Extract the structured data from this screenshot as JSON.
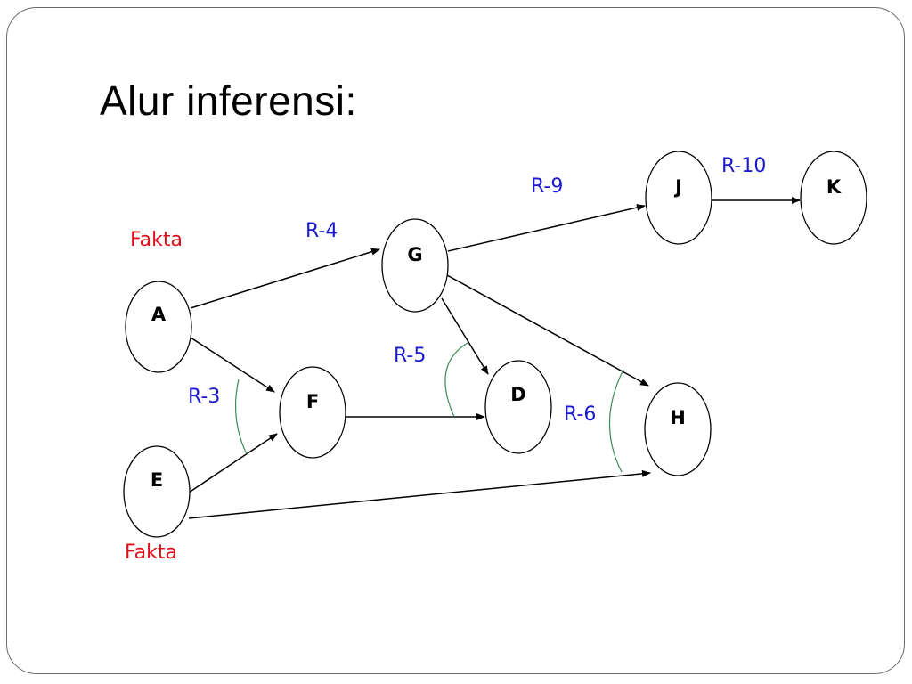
{
  "slide": {
    "title": "Alur inferensi:"
  },
  "colors": {
    "rule_label": "#1a1ad0",
    "fact_label": "#e0101a",
    "edge": "#000000",
    "rule_arc": "#3a8a5a"
  },
  "nodes": {
    "A": "A",
    "E": "E",
    "F": "F",
    "G": "G",
    "D": "D",
    "H": "H",
    "J": "J",
    "K": "K"
  },
  "facts": {
    "top": "Fakta",
    "bottom": "Fakta"
  },
  "rules": {
    "r3": "R-3",
    "r4": "R-4",
    "r5": "R-5",
    "r6": "R-6",
    "r9": "R-9",
    "r10": "R-10"
  }
}
